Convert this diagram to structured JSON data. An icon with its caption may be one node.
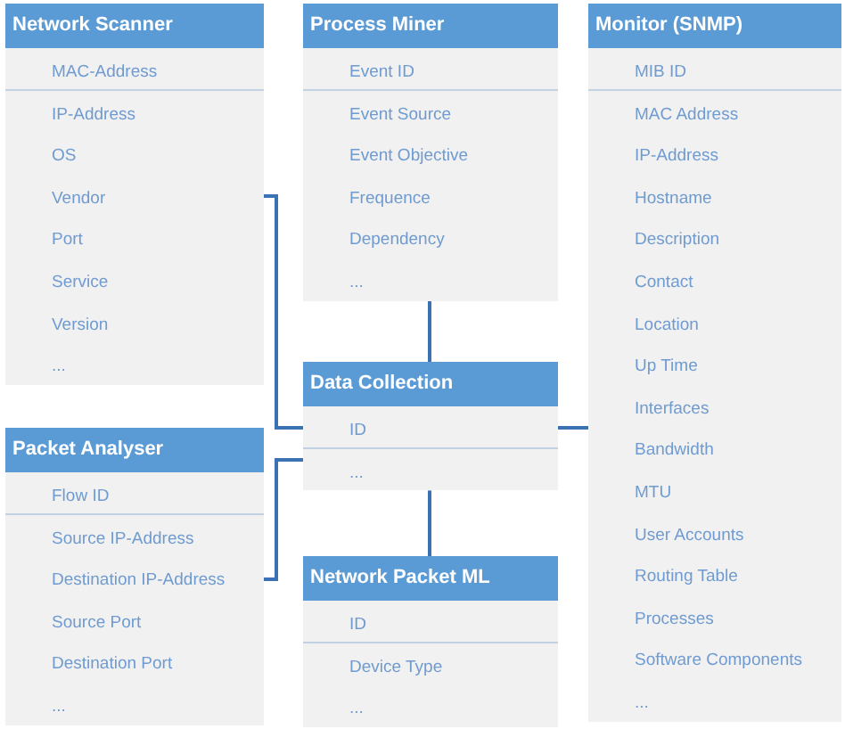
{
  "diagram": {
    "nodes": [
      {
        "text": [
          "Network Scanner",
          "MAC-Address",
          "IP-Address",
          "OS",
          "Vendor",
          "Port",
          "Service",
          "Version",
          "..."
        ]
      },
      {
        "text": [
          "Process Miner",
          "Event ID",
          "Event Source",
          "Event Objective",
          "Frequence",
          "Dependency",
          "..."
        ]
      },
      {
        "text": [
          "Monitor (SNMP)",
          "MIB ID",
          "MAC Address",
          "IP-Address",
          "Hostname",
          "Description",
          "Contact",
          "Location",
          "Up Time",
          "Interfaces",
          "Bandwidth",
          "MTU",
          "User Accounts",
          "Routing Table",
          "Processes",
          "Software Components",
          "..."
        ]
      },
      {
        "text": [
          "Data Collection",
          "ID",
          "..."
        ]
      },
      {
        "text": [
          "Packet Analyser",
          "Flow ID",
          "Source IP-Address",
          "Destination IP-Address",
          "Source Port",
          "Destination Port",
          "..."
        ]
      },
      {
        "text": [
          "Network Packet ML",
          "ID",
          "Device Type",
          "..."
        ]
      }
    ],
    "edges": [
      {
        "from": 0,
        "to": 3,
        "arrow": "none"
      },
      {
        "from": 4,
        "to": 3,
        "arrow": "none"
      },
      {
        "from": 1,
        "to": 3,
        "arrow": "none"
      },
      {
        "from": 3,
        "to": 5,
        "arrow": "none"
      },
      {
        "from": 3,
        "to": 2,
        "arrow": "none"
      }
    ]
  }
}
